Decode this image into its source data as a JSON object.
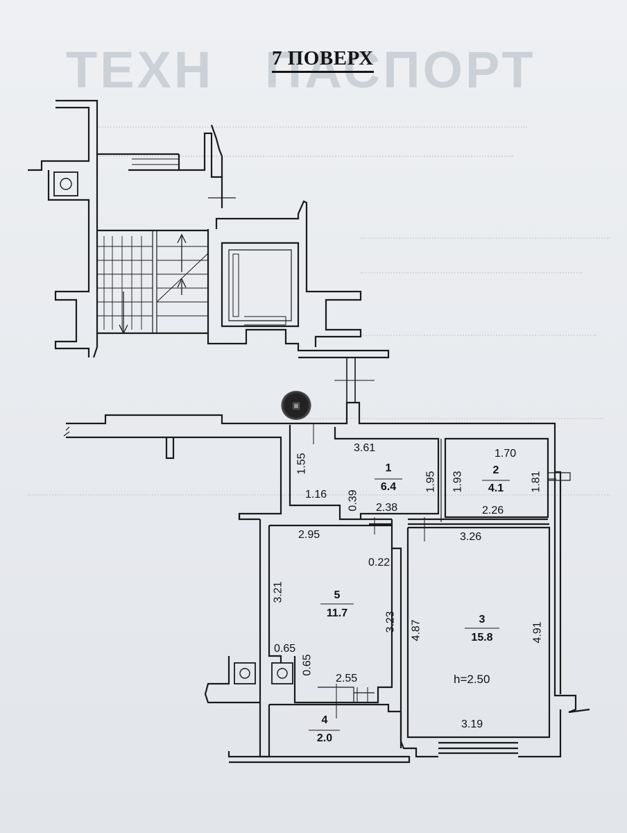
{
  "floor_title": "7 ПОВЕРХ",
  "rooms": [
    {
      "number": "1",
      "area": "6.4"
    },
    {
      "number": "2",
      "area": "4.1"
    },
    {
      "number": "3",
      "area": "15.8"
    },
    {
      "number": "4",
      "area": "2.0"
    },
    {
      "number": "5",
      "area": "11.7"
    }
  ],
  "ceiling_height": "h=2.50",
  "dimensions": {
    "r1_top": "3.61",
    "r1_left": "1.55",
    "r1_bottom_left": "1.16",
    "r1_step": "0.39",
    "r1_bottom": "2.38",
    "r1_right": "1.95",
    "r2_top": "1.70",
    "r2_left": "1.93",
    "r2_right": "1.81",
    "r2_bottom": "2.26",
    "r5_top": "2.95",
    "r5_left": "3.21",
    "r5_right": "3.23",
    "r5_niche": "0.22",
    "r5_duct_w": "0.65",
    "r5_duct_h": "0.65",
    "r3_top": "3.26",
    "r3_left": "4.87",
    "r3_right": "4.91",
    "r3_bottom": "3.19",
    "r4_top": "2.55"
  },
  "icons": [
    "ventilation-duct-icon",
    "elevator-icon",
    "stair-arrow-icon"
  ]
}
